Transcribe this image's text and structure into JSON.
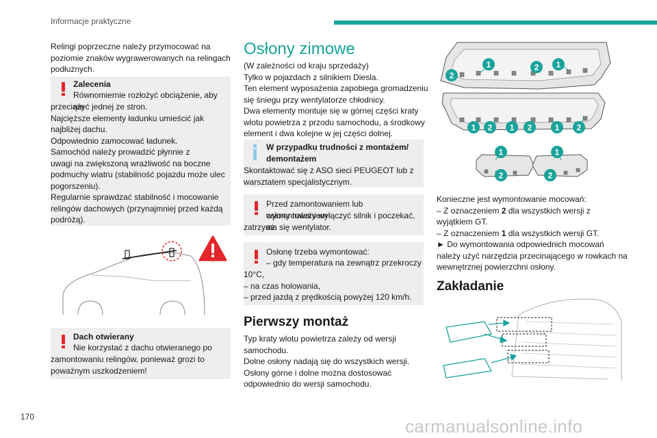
{
  "header": {
    "section": "Informacje praktyczne"
  },
  "page_number": "170",
  "watermark": "carmanualsonline.info",
  "col1": {
    "intro": [
      "Relingi poprzeczne należy przymocować na",
      "poziomie znaków wygrawerowanych na relingach",
      "podłużnych."
    ],
    "recommendations": {
      "title": "Zalecenia",
      "lines": [
        "Równomiernie rozłożyć obciążenie, aby nie",
        "przeciążyć jednej ze stron.",
        "Najcięższe elementy ładunku umieścić jak",
        "najbliżej dachu.",
        "Odpowiednio zamocować ładunek.",
        "Samochód należy prowadzić płynnie z",
        "uwagi na zwiększoną wrażliwość na boczne",
        "podmuchy wiatru (stabilność pojazdu może ulec",
        "pogorszeniu).",
        "Regularnie sprawdzać stabilność i mocowanie",
        "relingów dachowych (przynajmniej przed każdą",
        "podróżą)."
      ]
    },
    "opening_roof": {
      "title": "Dach otwierany",
      "lines": [
        "Nie korzystać z dachu otwieranego po",
        "zamontowaniu relingów, ponieważ grozi to",
        "poważnym uszkodzeniem!"
      ]
    }
  },
  "col2": {
    "title": "Osłony zimowe",
    "body": [
      "(W zależności od kraju sprzedaży)",
      "Tylko w pojazdach z silnikiem Diesla.",
      "Ten element wyposażenia zapobiega gromadzeniu",
      "się śniegu przy wentylatorze chłodnicy.",
      "Dwa elementy montuje się w górnej części kraty",
      "wlotu powietrza z przodu samochodu, a środkowy",
      "element i dwa kolejne w jej części dolnej."
    ],
    "info_box": {
      "title_lines": [
        "W przypadku trudności z montażem/",
        "demontażem"
      ],
      "lines": [
        "Skontaktować się z ASO sieci PEUGEOT lub z",
        "warsztatem specjalistycznym."
      ]
    },
    "warning1": {
      "lines": [
        "Przed zamontowaniem lub wymontowaniem",
        "osłony należy wyłączyć silnik i poczekać, aż",
        "zatrzyma się wentylator."
      ]
    },
    "warning2": {
      "lines": [
        "Osłonę trzeba wymontować:",
        "–  gdy temperatura na zewnątrz przekroczy",
        "10°C,",
        "–  na czas holowania,",
        "–  przed jazdą z prędkością powyżej 120 km/h."
      ]
    },
    "first_mount_title": "Pierwszy montaż",
    "first_mount_body": [
      "Typ kraty wlotu powietrza zależy od wersji",
      "samochodu.",
      "Dolne osłony nadają się do wszystkich wersji.",
      "Osłony górne i dolne można dostosować",
      "odpowiednio do wersji samochodu."
    ]
  },
  "col3": {
    "diagram_labels": {
      "one": "1",
      "two": "2"
    },
    "body": {
      "l1": "Konieczne jest wymontowanie mocowań:",
      "l2_pre": "–  Z oznaczeniem ",
      "l2_bold": "2",
      "l2_post": " dla wszystkich wersji z",
      "l3": "wyjątkiem GT.",
      "l4_pre": "–  Z oznaczeniem ",
      "l4_bold": "1",
      "l4_post": " dla wszystkich wersji GT.",
      "l5": "►  Do wymontowania odpowiednich mocowań",
      "l6": "należy użyć narzędzia przecinającego w rowkach na",
      "l7": "wewnętrznej powierzchni osłony."
    },
    "title": "Zakładanie"
  },
  "colors": {
    "accent": "#1aa39a",
    "warning": "#e4262b",
    "info": "#8ec9e5",
    "box_bg": "#eeeeee"
  },
  "icons": [
    "warning-triangle-icon",
    "exclamation-icon",
    "info-icon"
  ]
}
